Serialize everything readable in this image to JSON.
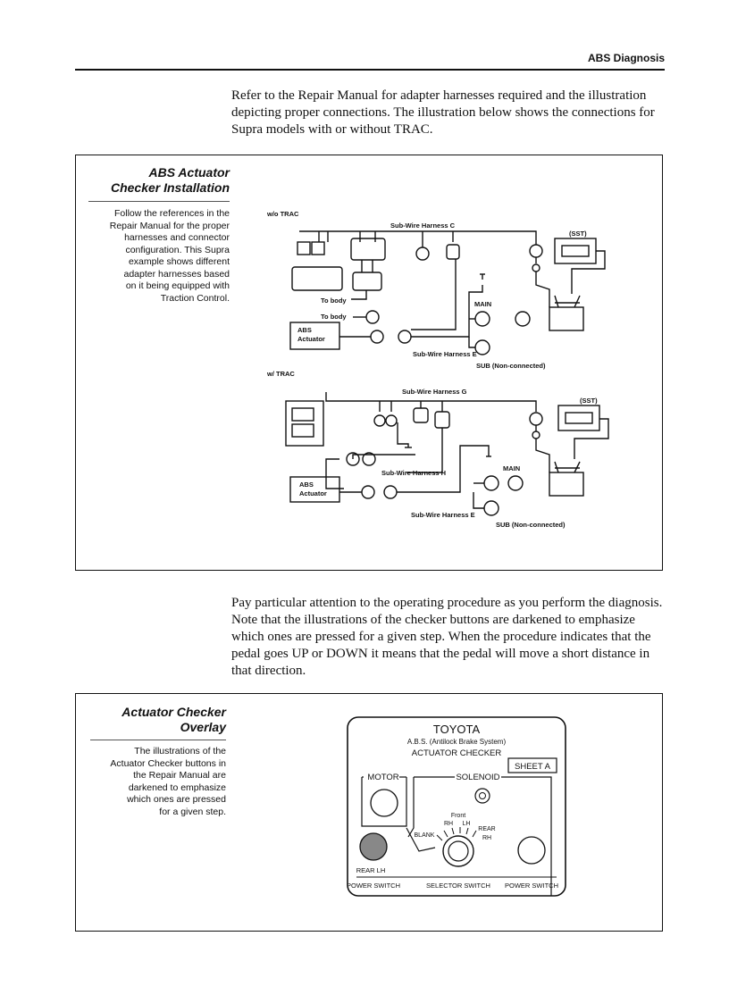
{
  "header": {
    "title": "ABS Diagnosis"
  },
  "intro_text": "Refer to the Repair Manual for adapter harnesses required and the illustration depicting proper connections. The illustration below shows the connections for Supra models with or without TRAC.",
  "installation": {
    "title_line1": "ABS Actuator",
    "title_line2": "Checker Installation",
    "body_lines": [
      "Follow the references in the",
      "Repair Manual for the proper",
      "harnesses and connector",
      "configuration. This Supra",
      "example shows different",
      "adapter harnesses based",
      "on it being equipped with",
      "Traction Control."
    ],
    "diagram": {
      "wo_trac": "w/o TRAC",
      "w_trac": "w/ TRAC",
      "sub_c": "Sub-Wire Harness C",
      "sub_e": "Sub-Wire Harness E",
      "sub_g": "Sub-Wire Harness G",
      "sub_h": "Sub-Wire Harness H",
      "sst": "(SST)",
      "to_body": "To body",
      "abs_line1": "ABS",
      "abs_line2": "Actuator",
      "main": "MAIN",
      "sub_nc": "SUB (Non-connected)"
    }
  },
  "procedure_text": "Pay particular attention to the operating procedure as you perform the diagnosis. Note that the illustrations of the checker buttons are darkened to emphasize which ones are pressed for a given step. When the procedure indicates that the pedal goes UP or DOWN it means that the pedal will move a short distance in that direction.",
  "overlay": {
    "title_line1": "Actuator Checker",
    "title_line2": "Overlay",
    "body_lines": [
      "The illustrations of the",
      "Actuator Checker buttons in",
      "the Repair Manual are",
      "darkened to emphasize",
      "which ones are pressed",
      "for a given step."
    ],
    "panel": {
      "brand": "TOYOTA",
      "subtitle": "A.B.S. (Antilock Brake System)",
      "title": "ACTUATOR CHECKER",
      "sheet": "SHEET A",
      "motor": "MOTOR",
      "solenoid": "SOLENOID",
      "blank": "BLANK",
      "front": "Front",
      "rh": "RH",
      "lh": "LH",
      "rear": "REAR",
      "rear_rh": "RH",
      "rear_lh": "REAR LH",
      "power_switch_left": "POWER SWITCH",
      "selector_switch": "SELECTOR SWITCH",
      "power_switch_right": "POWER SWITCH",
      "pressed_color": "#888888"
    }
  }
}
